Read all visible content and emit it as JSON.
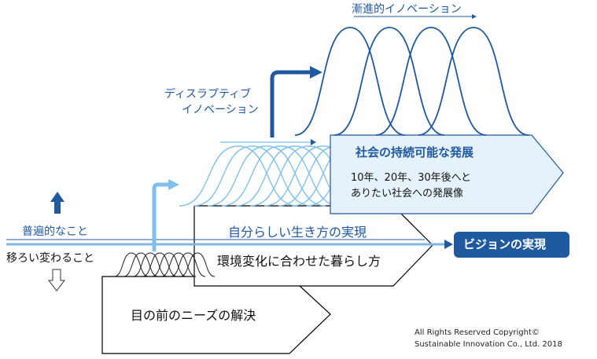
{
  "incremental_label": "漸進的イノベーション",
  "disruptive_label": [
    "ディスラプティブ",
    "イノベーション"
  ],
  "universal_label": "普遍的なこと",
  "changing_label": "移ろい変わること",
  "society_box": {
    "title": "社会の持続可能な発展",
    "line1": "10年、20年、30年後へと",
    "line2": "ありたい社会への発展像"
  },
  "self_box": {
    "title": "自分らしい生き方の実現",
    "subtitle": "環境変化に合わせた暮らし方"
  },
  "needs_box": {
    "title": "目の前のニーズの解決"
  },
  "vision_label": "ビジョンの実現",
  "copyright": [
    "All Rights Reserved Copyright©",
    "Sustainable Innovation Co., Ltd.  2018"
  ],
  "colors": {
    "primary_blue": "#1f5fa8",
    "light_blue": "#7fc0f0",
    "dark_blue": "#1f5aa0",
    "box_fill": "#e6f2fb",
    "box_stroke": "#1f5aa0"
  }
}
